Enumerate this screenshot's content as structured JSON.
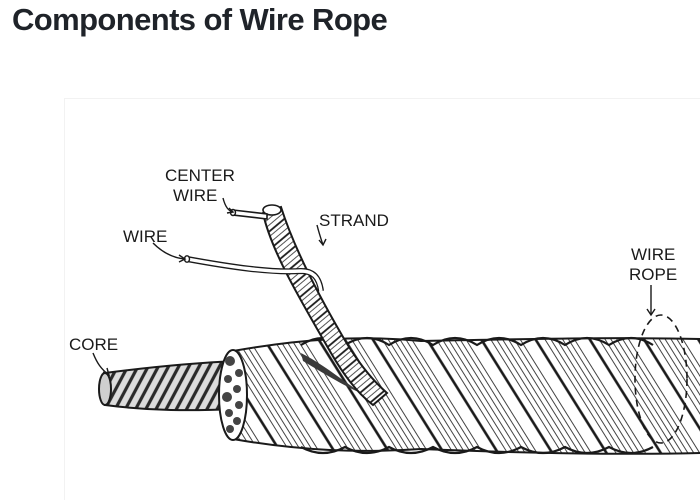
{
  "page": {
    "title": "Components of Wire Rope"
  },
  "figure": {
    "labels": {
      "center_wire_line1": "CENTER",
      "center_wire_line2": "WIRE",
      "wire": "WIRE",
      "strand": "STRAND",
      "core": "CORE",
      "wire_rope_line1": "WIRE",
      "wire_rope_line2": "ROPE"
    }
  },
  "colors": {
    "title": "#1f2329",
    "ink": "#1a1a1a"
  }
}
